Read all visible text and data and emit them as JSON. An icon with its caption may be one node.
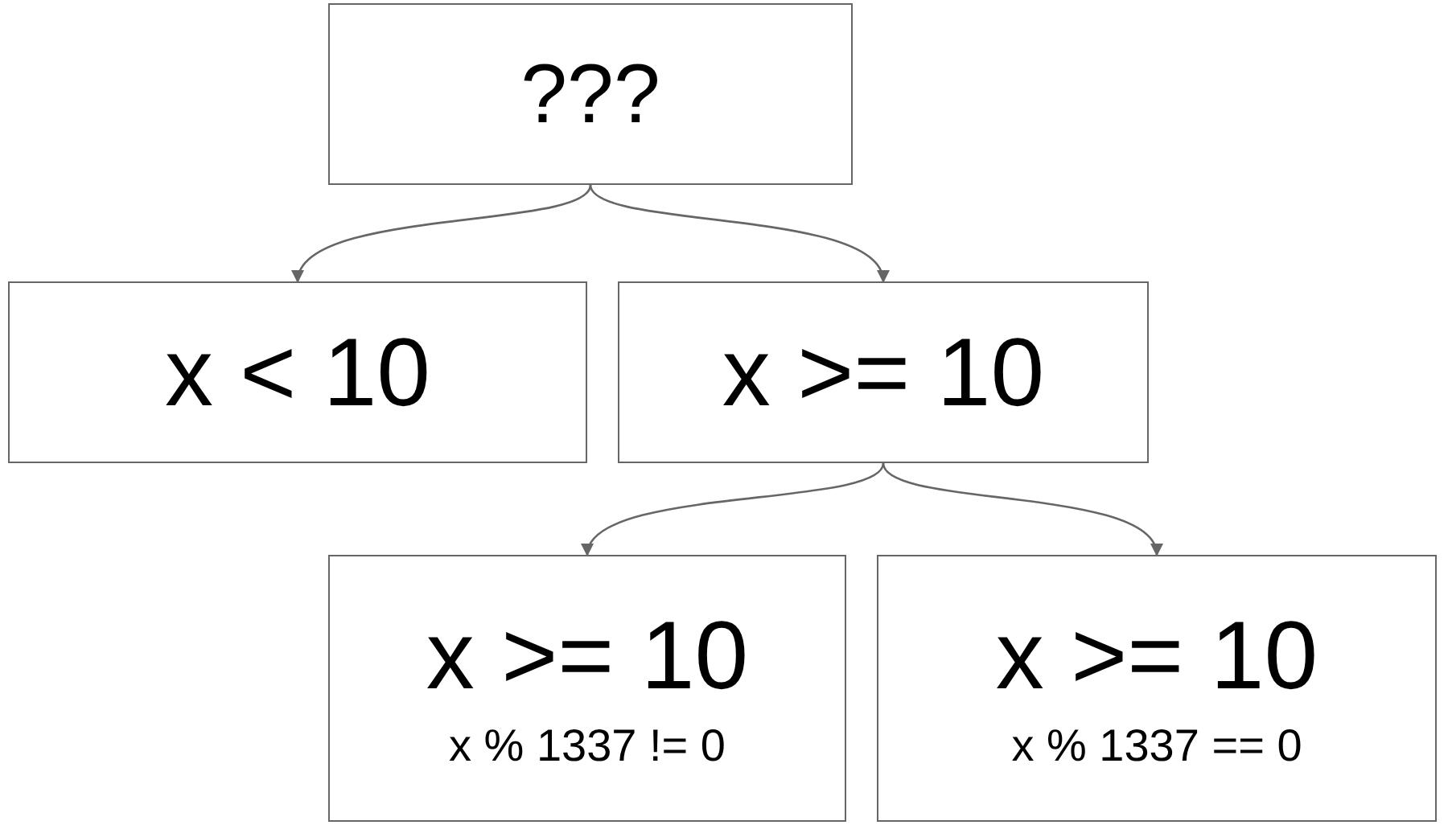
{
  "diagram": {
    "nodes": [
      {
        "text": [
          "???"
        ]
      },
      {
        "text": [
          "x < 10"
        ]
      },
      {
        "text": [
          "x >= 10"
        ]
      },
      {
        "text": [
          "x >= 10",
          "x % 1337 != 0"
        ]
      },
      {
        "text": [
          "x >= 10",
          "x % 1337 == 0"
        ]
      }
    ],
    "edges": [
      {
        "from": 0,
        "to": 1,
        "arrow": "to"
      },
      {
        "from": 0,
        "to": 2,
        "arrow": "to"
      },
      {
        "from": 2,
        "to": 3,
        "arrow": "to"
      },
      {
        "from": 2,
        "to": 4,
        "arrow": "to"
      }
    ]
  }
}
